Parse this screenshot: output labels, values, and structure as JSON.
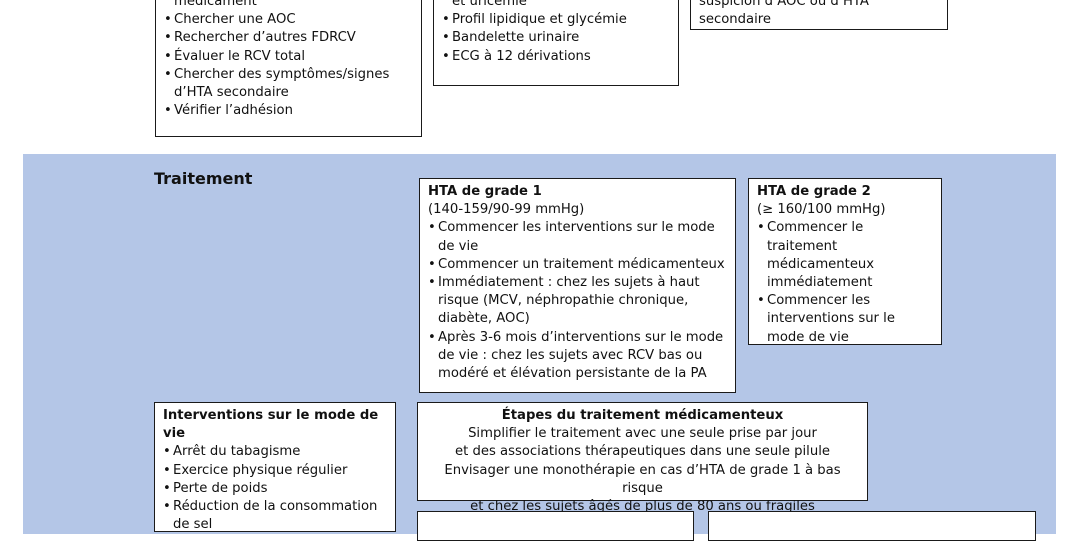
{
  "colors": {
    "section_band": "#b4c6e7",
    "box_border": "#1a1a1a",
    "box_background": "#ffffff"
  },
  "top": {
    "box_a": [
      {
        "text": "médicament",
        "bullet": false
      },
      {
        "text": "Chercher une AOC",
        "bullet": true
      },
      {
        "text": "Rechercher d’autres FDRCV",
        "bullet": true
      },
      {
        "text": "Évaluer le RCV total",
        "bullet": true
      },
      {
        "text": "Chercher des symptômes/signes d’HTA secondaire",
        "bullet": true
      },
      {
        "text": "Vérifier l’adhésion",
        "bullet": true
      }
    ],
    "box_b": [
      {
        "text": "et uricémie",
        "bullet": false
      },
      {
        "text": "Profil lipidique et glycémie",
        "bullet": true
      },
      {
        "text": "Bandelette urinaire",
        "bullet": true
      },
      {
        "text": "ECG à 12 dérivations",
        "bullet": true
      }
    ],
    "box_c": "suspicion d’AOC ou d’HTA secondaire"
  },
  "traitement": {
    "title": "Traitement",
    "grade1": {
      "title": "HTA de grade 1",
      "range": "(140-159/90-99 mmHg)",
      "items": [
        "Commencer les interventions sur le mode de vie",
        "Commencer un traitement médicamenteux",
        "Immédiatement : chez les sujets à haut risque (MCV, néphropathie chronique, diabète, AOC)",
        "Après 3-6 mois d’interventions sur le mode de vie : chez les sujets avec RCV bas ou modéré et élévation persistante de la PA"
      ]
    },
    "grade2": {
      "title": "HTA de grade 2",
      "range": "(≥ 160/100 mmHg)",
      "items": [
        "Commencer le traitement médicamenteux immédiatement",
        "Commencer les interventions sur le mode de vie"
      ]
    },
    "lifestyle": {
      "title": "Interventions sur le mode de vie",
      "items": [
        "Arrêt du tabagisme",
        "Exercice physique régulier",
        "Perte de poids",
        "Réduction de la consommation de sel"
      ]
    },
    "steps": {
      "title": "Étapes du traitement médicamenteux",
      "lines": [
        "Simplifier le traitement avec une seule prise par jour",
        "et des associations thérapeutiques dans une seule pilule",
        "Envisager une monothérapie en cas d’HTA de grade 1 à bas risque",
        "et chez les sujets âgés de plus de 80 ans ou fragiles"
      ]
    }
  }
}
